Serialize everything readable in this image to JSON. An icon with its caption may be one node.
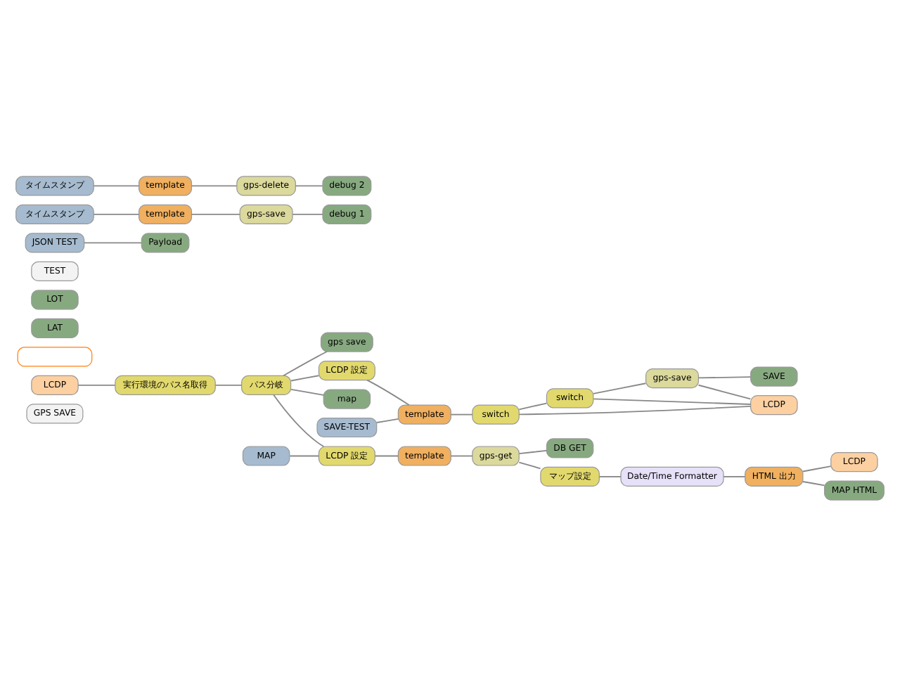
{
  "diagram": {
    "nodes": [
      {
        "text": [
          "GPS SAVE"
        ]
      },
      {
        "text": [
          "LCDP"
        ]
      },
      {
        "text": [
          "gps save"
        ]
      },
      {
        "text": [
          "実行環境のパス名取得"
        ]
      },
      {
        "text": [
          "LCDP 設定"
        ]
      },
      {
        "text": [
          "template"
        ]
      },
      {
        "text": [
          "switch"
        ]
      },
      {
        "text": [
          "switch"
        ]
      },
      {
        "text": [
          "gps-save"
        ]
      },
      {
        "text": [
          "SAVE"
        ]
      },
      {
        "text": [
          "SAVE-TEST"
        ]
      },
      {
        "text": [
          "LCDP"
        ]
      },
      {
        "text": [
          "パス分岐"
        ]
      },
      {
        "text": [],
        "shape": "box"
      },
      {
        "text": [
          "DB GET"
        ]
      },
      {
        "text": [
          "LAT"
        ]
      },
      {
        "text": [
          "LOT"
        ]
      },
      {
        "text": [
          "MAP"
        ]
      },
      {
        "text": [
          "LCDP 設定"
        ]
      },
      {
        "text": [
          "template"
        ]
      },
      {
        "text": [
          "gps-get"
        ]
      },
      {
        "text": [
          "マップ設定"
        ]
      },
      {
        "text": [
          "Date/Time Formatter"
        ]
      },
      {
        "text": [
          "map"
        ]
      },
      {
        "text": [
          "HTML 出力"
        ]
      },
      {
        "text": [
          "LCDP"
        ]
      },
      {
        "text": [
          "MAP HTML"
        ]
      },
      {
        "text": [
          "TEST"
        ]
      },
      {
        "text": [
          "JSON TEST"
        ]
      },
      {
        "text": [
          "Payload"
        ]
      },
      {
        "text": [
          "タイムスタンプ"
        ]
      },
      {
        "text": [
          "template"
        ]
      },
      {
        "text": [
          "gps-save"
        ]
      },
      {
        "text": [
          "debug 1"
        ]
      },
      {
        "text": [
          "タイムスタンプ"
        ]
      },
      {
        "text": [
          "template"
        ]
      },
      {
        "text": [
          "gps-delete"
        ]
      },
      {
        "text": [
          "debug 2"
        ]
      }
    ],
    "edges": [
      {
        "from": 1,
        "to": 3,
        "arrow": "none"
      },
      {
        "from": 3,
        "to": 12,
        "arrow": "none"
      },
      {
        "from": 12,
        "to": 2,
        "arrow": "none"
      },
      {
        "from": 12,
        "to": 4,
        "arrow": "none"
      },
      {
        "from": 12,
        "to": 18,
        "arrow": "none"
      },
      {
        "from": 12,
        "to": 23,
        "arrow": "none"
      },
      {
        "from": 4,
        "to": 5,
        "arrow": "none"
      },
      {
        "from": 10,
        "to": 5,
        "arrow": "none"
      },
      {
        "from": 5,
        "to": 6,
        "arrow": "none"
      },
      {
        "from": 6,
        "to": 7,
        "arrow": "none"
      },
      {
        "from": 6,
        "to": 11,
        "arrow": "none"
      },
      {
        "from": 7,
        "to": 8,
        "arrow": "none"
      },
      {
        "from": 7,
        "to": 11,
        "arrow": "none"
      },
      {
        "from": 8,
        "to": 9,
        "arrow": "none"
      },
      {
        "from": 8,
        "to": 11,
        "arrow": "none"
      },
      {
        "from": 17,
        "to": 18,
        "arrow": "none"
      },
      {
        "from": 18,
        "to": 19,
        "arrow": "none"
      },
      {
        "from": 19,
        "to": 20,
        "arrow": "none"
      },
      {
        "from": 20,
        "to": 14,
        "arrow": "none"
      },
      {
        "from": 20,
        "to": 21,
        "arrow": "none"
      },
      {
        "from": 21,
        "to": 22,
        "arrow": "none"
      },
      {
        "from": 22,
        "to": 24,
        "arrow": "none"
      },
      {
        "from": 24,
        "to": 25,
        "arrow": "none"
      },
      {
        "from": 24,
        "to": 26,
        "arrow": "none"
      },
      {
        "from": 28,
        "to": 29,
        "arrow": "none"
      },
      {
        "from": 30,
        "to": 31,
        "arrow": "none"
      },
      {
        "from": 31,
        "to": 32,
        "arrow": "none"
      },
      {
        "from": 32,
        "to": 33,
        "arrow": "none"
      },
      {
        "from": 34,
        "to": 35,
        "arrow": "none"
      },
      {
        "from": 35,
        "to": 36,
        "arrow": "none"
      },
      {
        "from": 36,
        "to": 37,
        "arrow": "none"
      }
    ]
  }
}
